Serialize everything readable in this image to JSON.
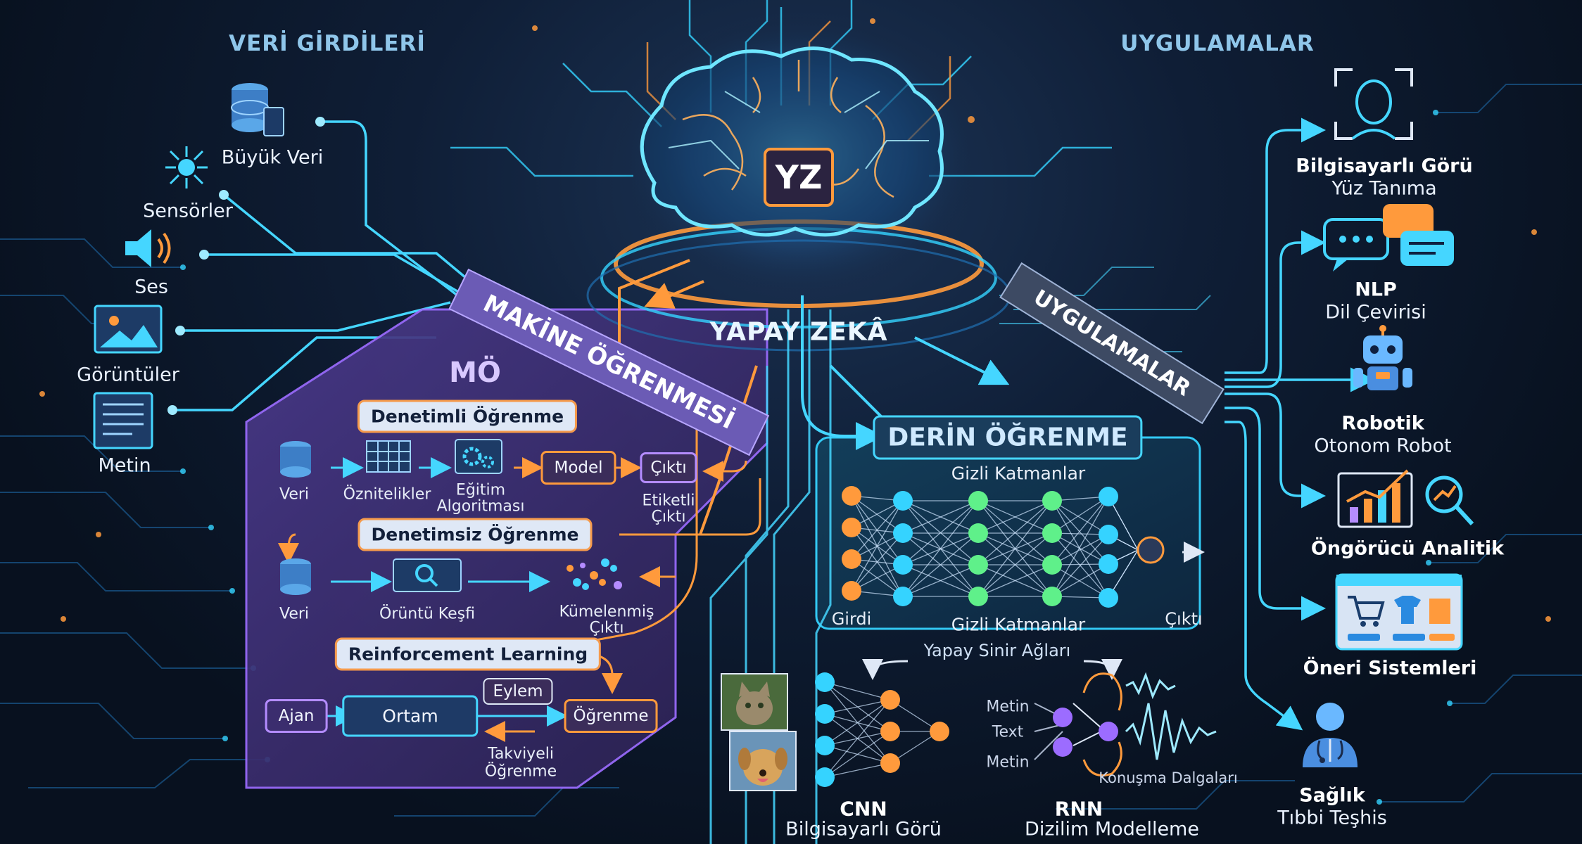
{
  "headers": {
    "inputs": "VERİ GİRDİLERİ",
    "applications": "UYGULAMALAR"
  },
  "core": {
    "badge": "YZ",
    "title": "YAPAY ZEKÂ"
  },
  "banners": {
    "ml": "MAKİNE ÖĞRENMESİ",
    "apps": "UYGULAMALAR"
  },
  "inputs": [
    {
      "label": "Büyük Veri",
      "icon": "database-icon"
    },
    {
      "label": "Sensörler",
      "icon": "sensor-icon"
    },
    {
      "label": "Ses",
      "icon": "speaker-icon"
    },
    {
      "label": "Görüntüler",
      "icon": "image-icon"
    },
    {
      "label": "Metin",
      "icon": "document-icon"
    }
  ],
  "ml": {
    "title": "MÖ",
    "supervised": {
      "title": "Denetimli Öğrenme",
      "steps": [
        "Veri",
        "Öznitelikler",
        "Eğitim Algoritması",
        "Model",
        "Çıktı"
      ],
      "output_note": "Etiketli Çıktı",
      "model": "Model",
      "output": "Çıktı",
      "data": "Veri",
      "features": "Öznitelikler",
      "algo1": "Eğitim",
      "algo2": "Algoritması",
      "note1": "Etiketli",
      "note2": "Çıktı"
    },
    "unsupervised": {
      "title": "Denetimsiz Öğrenme",
      "data": "Veri",
      "pattern": "Örüntü Keşfi",
      "out1": "Kümelenmiş",
      "out2": "Çıktı"
    },
    "reinforcement": {
      "title": "Reinforcement Learning",
      "agent": "Ajan",
      "env": "Ortam",
      "action": "Eylem",
      "learn": "Öğrenme",
      "note1": "Takviyeli",
      "note2": "Öğrenme"
    }
  },
  "dl": {
    "title": "DERİN ÖĞRENME",
    "hidden_top": "Gizli Katmanlar",
    "input": "Girdi",
    "hidden_bottom": "Gizli Katmanlar",
    "output": "Çıktı",
    "ann": "Yapay Sinir Ağları",
    "cnn": {
      "title": "CNN",
      "sub": "Bilgisayarlı Görü"
    },
    "rnn": {
      "title": "RNN",
      "sub": "Dizilim Modelleme",
      "in1": "Metin",
      "in2": "Text",
      "in3": "Metin",
      "wave": "Konuşma Dalgaları"
    }
  },
  "apps": [
    {
      "title": "Bilgisayarlı Görü",
      "sub": "Yüz Tanıma",
      "icon": "face-scan-icon"
    },
    {
      "title": "NLP",
      "sub": "Dil Çevirisi",
      "icon": "chat-bubbles-icon"
    },
    {
      "title": "Robotik",
      "sub": "Otonom Robot",
      "icon": "robot-icon"
    },
    {
      "title": "Öngörücü Analitik",
      "sub": "",
      "icon": "analytics-chart-icon"
    },
    {
      "title": "Öneri Sistemleri",
      "sub": "",
      "icon": "shopping-cart-icon"
    },
    {
      "title": "Sağlık",
      "sub": "Tıbbi Teşhis",
      "icon": "doctor-icon"
    }
  ],
  "colors": {
    "cyan": "#35d3ff",
    "orange": "#ff9a3c",
    "purple": "#9c6cff",
    "panel_ml": "#3a2a66",
    "panel_dl": "#12344d"
  }
}
